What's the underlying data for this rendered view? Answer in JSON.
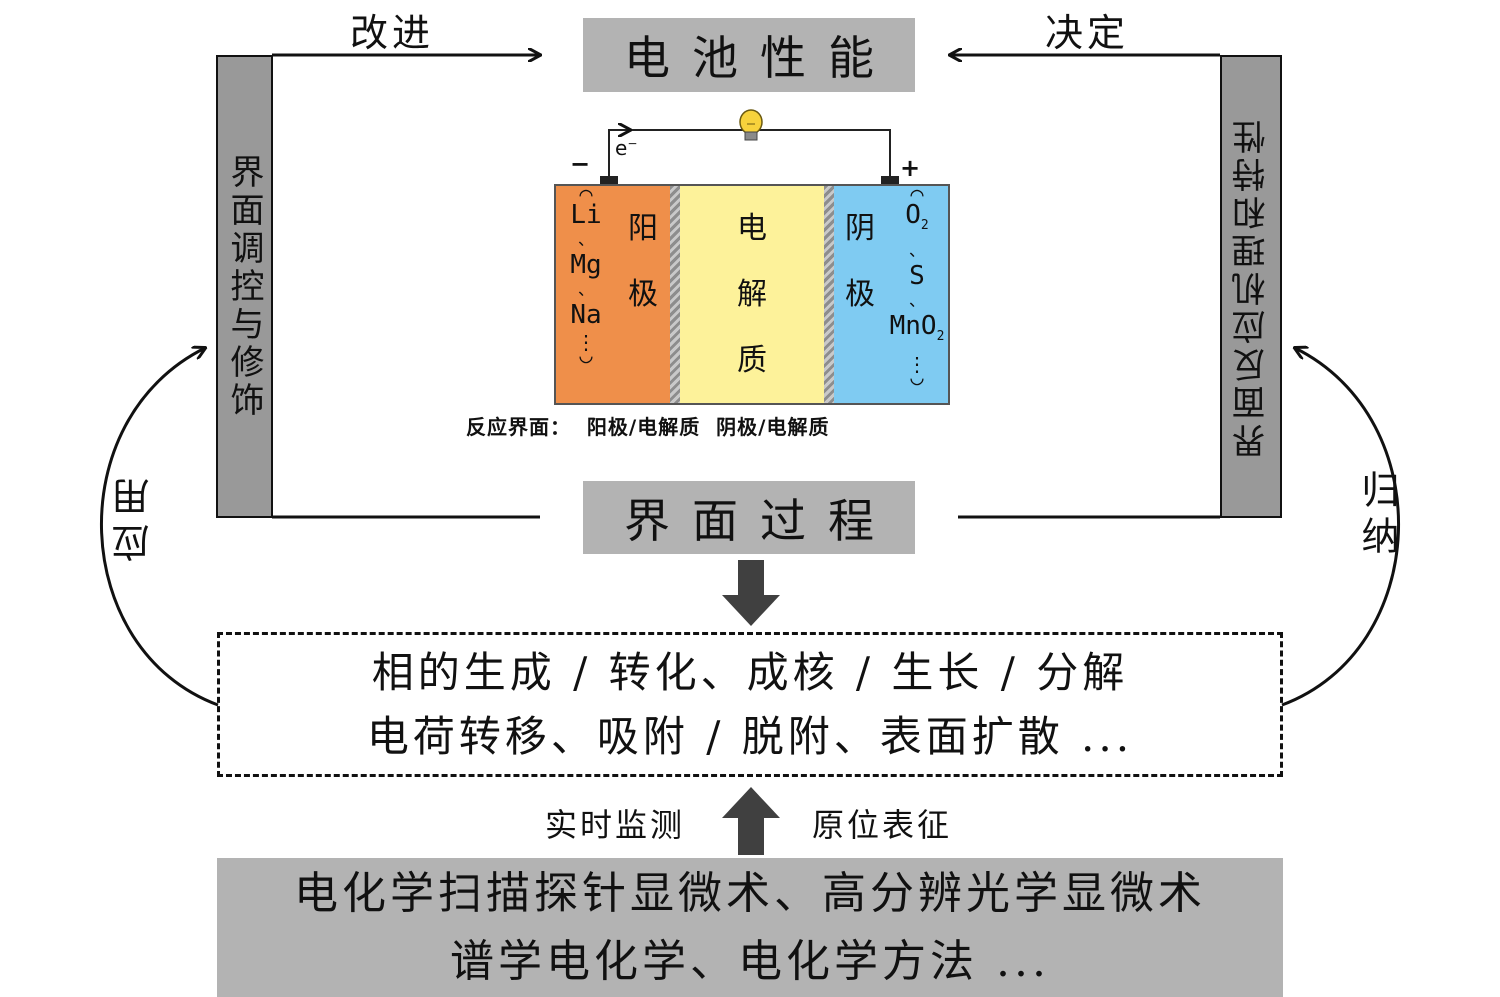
{
  "top": {
    "title": "电池性能",
    "left_arrow_label": "改进",
    "right_arrow_label": "决定"
  },
  "left_bar": {
    "text": "界面调控与修饰"
  },
  "right_bar": {
    "text": "界面反应机理和特性"
  },
  "middle": {
    "title": "界面过程"
  },
  "cell": {
    "minus": "−",
    "plus": "+",
    "electron": "e",
    "electron_sup": "−",
    "anode_label": [
      "阳",
      "极"
    ],
    "anode_materials": [
      "Li",
      "、",
      "Mg",
      "、",
      "Na"
    ],
    "anode_dots": "⋮",
    "electrolyte_label": [
      "电",
      "解",
      "质"
    ],
    "cathode_label": [
      "阴",
      "极"
    ],
    "cathode_materials": [
      "O",
      "、",
      "S",
      "、",
      "MnO"
    ],
    "cathode_subscripts": [
      "2",
      "2"
    ],
    "cathode_dots": "⋮",
    "interface_caption": "反应界面：  阳极/电解质  阴极/电解质",
    "colors": {
      "anode": "#ef8f4a",
      "electrolyte": "#fdf29a",
      "cathode": "#7fcbf2",
      "separator": "#a6a6a6"
    }
  },
  "processes": {
    "line1": "相的生成 / 转化、成核 / 生长 / 分解",
    "line2": "电荷转移、吸附 / 脱附、表面扩散 ..."
  },
  "bottom_arrow": {
    "left_label": "实时监测",
    "right_label": "原位表征"
  },
  "techniques": {
    "line1": "电化学扫描探针显微术、高分辨光学显微术",
    "line2": "谱学电化学、电化学方法 ..."
  },
  "side_labels": {
    "left": "应用",
    "right": "归纳"
  }
}
